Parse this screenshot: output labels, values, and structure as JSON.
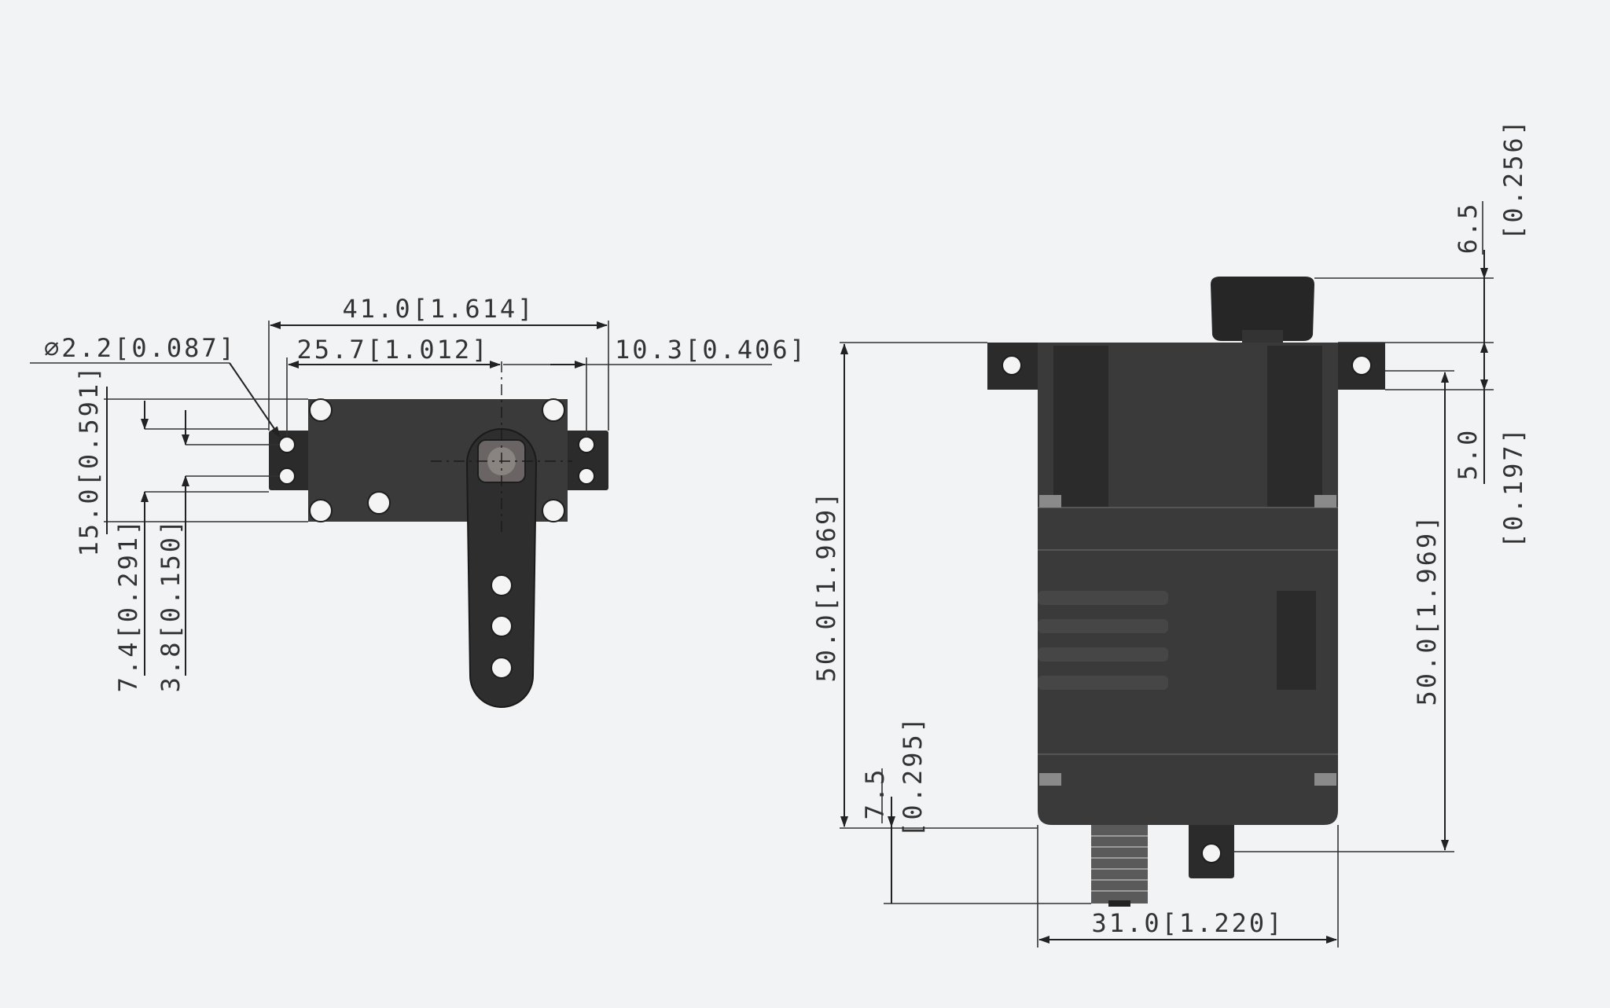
{
  "diagram": {
    "colors": {
      "background": "#f2f3f5",
      "part_body": "#3a3a3a",
      "dimension_line": "#222222"
    },
    "front_view": {
      "hole_diameter": "∅2.2[0.087]",
      "overall_width": "41.0[1.614]",
      "hole_to_shaft": "25.7[1.012]",
      "shaft_to_edge": "10.3[0.406]",
      "height": "15.0[0.591]",
      "hole_offset_a": "7.4[0.291]",
      "hole_offset_b": "3.8[0.150]"
    },
    "side_view": {
      "top_gear_mm": "6.5",
      "top_gear_in": "[0.256]",
      "flange_mm": "5.0",
      "flange_in": "[0.197]",
      "total_height": "50.0[1.969]",
      "body_height": "50.0[1.969]",
      "connector_mm": "7.5",
      "connector_in": "[0.295]",
      "body_width": "31.0[1.220]"
    }
  }
}
